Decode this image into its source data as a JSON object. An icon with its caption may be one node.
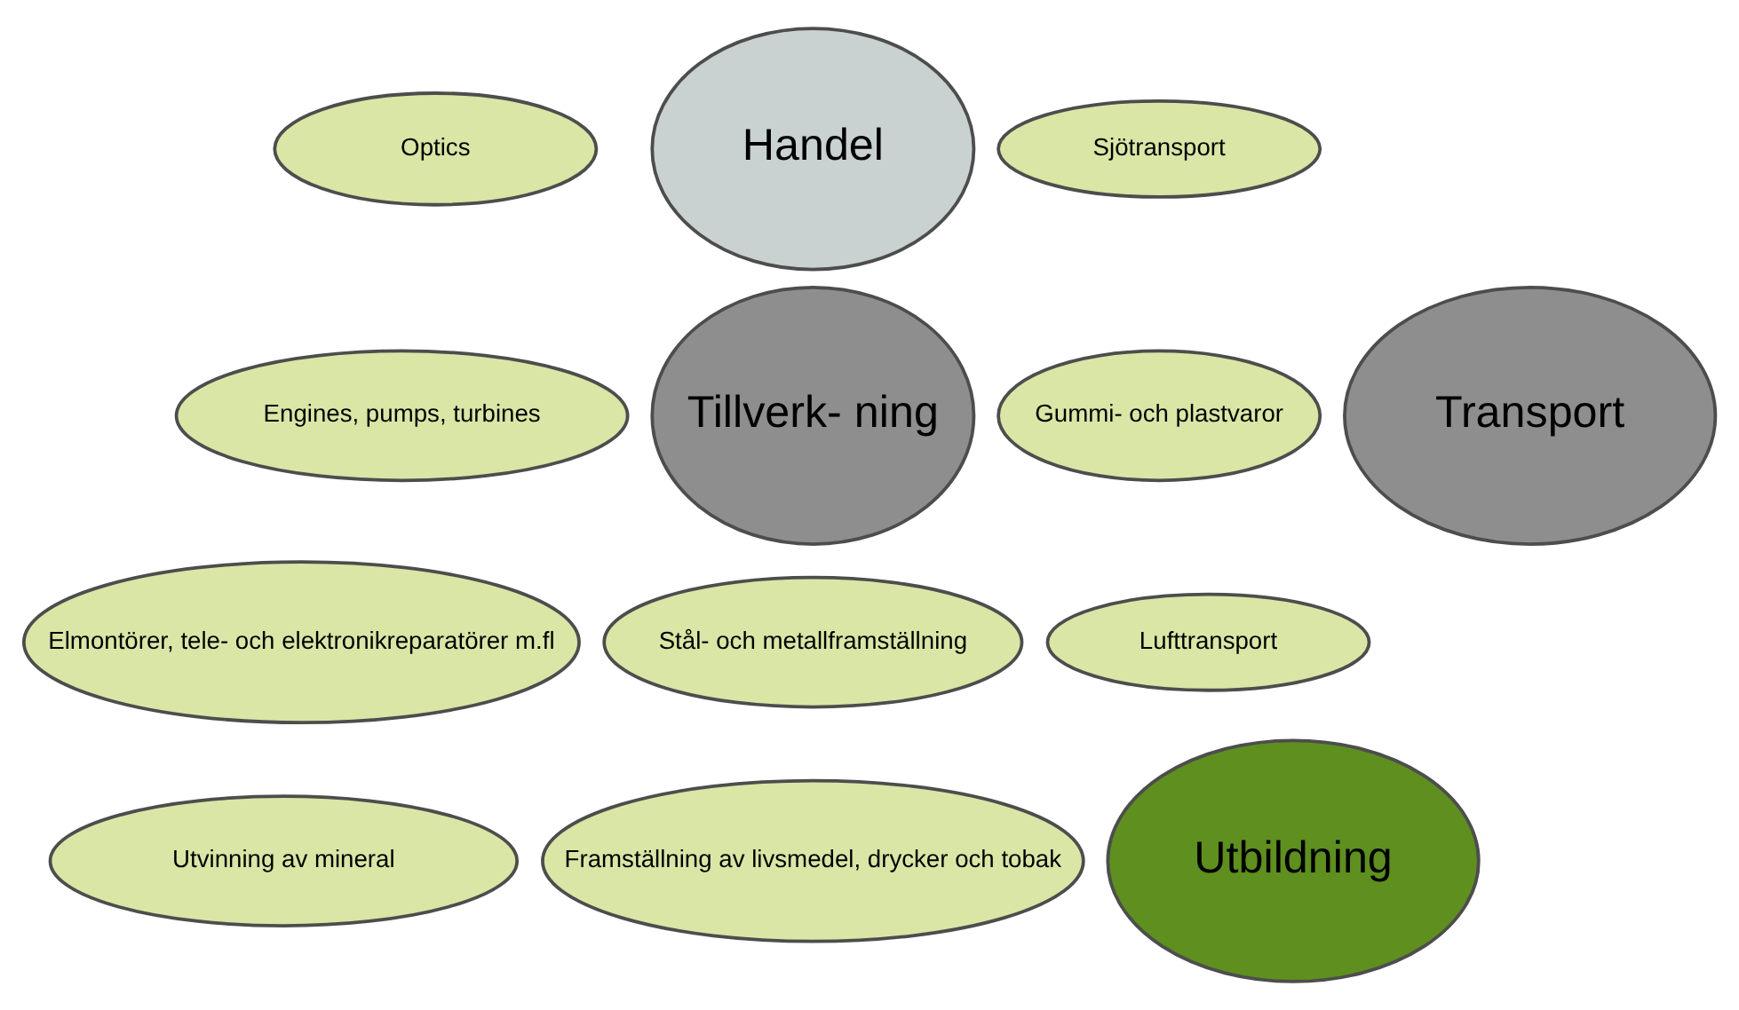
{
  "diagram": {
    "nodes": [
      {
        "text": [
          "Handel"
        ]
      },
      {
        "text": [
          "Sjötransport"
        ]
      },
      {
        "text": [
          "Transport"
        ]
      },
      {
        "text": [
          "Lufttransport"
        ]
      },
      {
        "text": [
          "Optics"
        ]
      },
      {
        "text": [
          "Engines, pumps, turbines"
        ]
      },
      {
        "text": [
          "Tillverk- ning"
        ]
      },
      {
        "text": [
          "Gummi- och plastvaror"
        ]
      },
      {
        "text": [
          "Elmontörer, tele- och elektronikreparatörer m.fl"
        ]
      },
      {
        "text": [
          "Utbildning"
        ]
      },
      {
        "text": [
          "Stål- och metallframställning"
        ]
      },
      {
        "text": [
          "Utvinning av mineral"
        ]
      },
      {
        "text": [
          "Framställning av livsmedel, drycker och tobak"
        ]
      }
    ]
  }
}
